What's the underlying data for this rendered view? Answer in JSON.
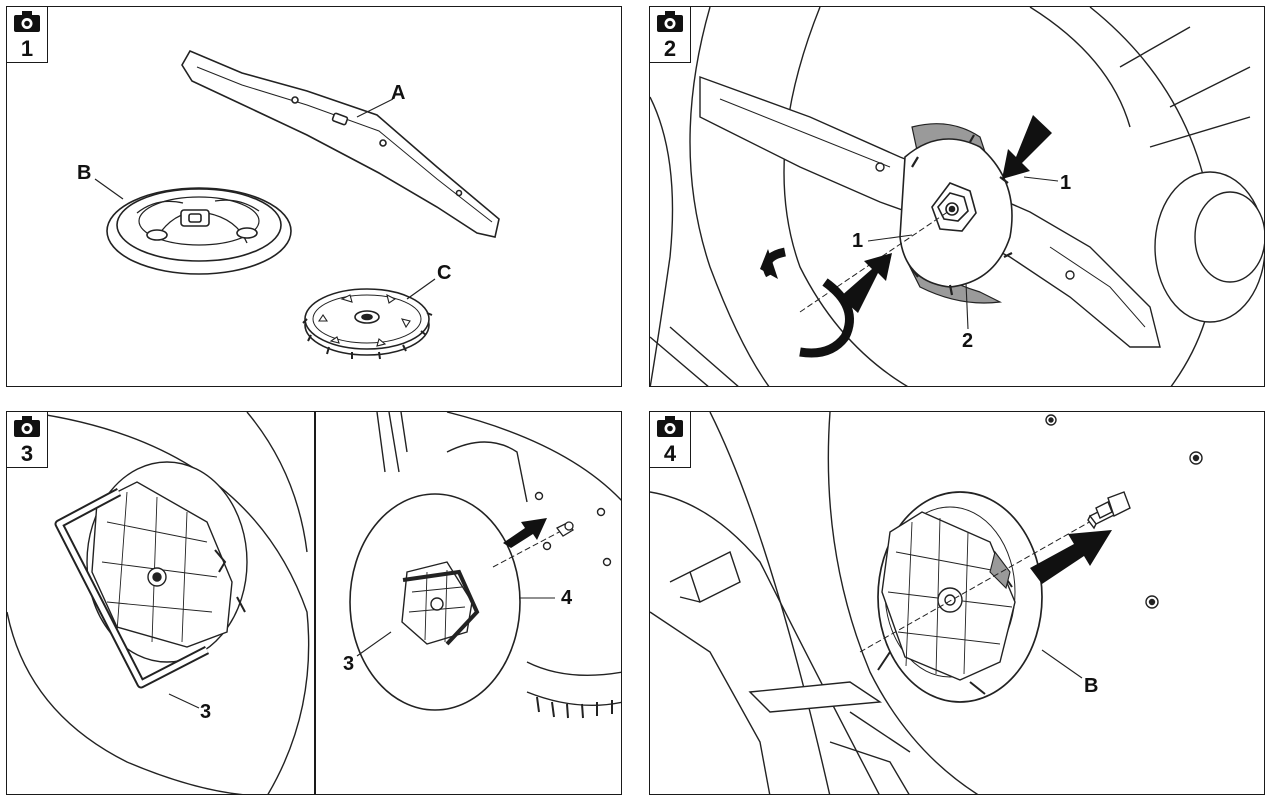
{
  "steps": [
    {
      "number": "1",
      "icon": "camera-icon",
      "labels": {
        "a": "A",
        "b": "B",
        "c": "C"
      }
    },
    {
      "number": "2",
      "icon": "camera-icon",
      "labels": {
        "one_top": "1",
        "one_left": "1",
        "two": "2"
      }
    },
    {
      "number": "3",
      "icon": "camera-icon",
      "labels": {
        "three_left": "3",
        "three_right": "3",
        "four": "4"
      }
    },
    {
      "number": "4",
      "icon": "camera-icon",
      "labels": {
        "b": "B"
      }
    }
  ]
}
